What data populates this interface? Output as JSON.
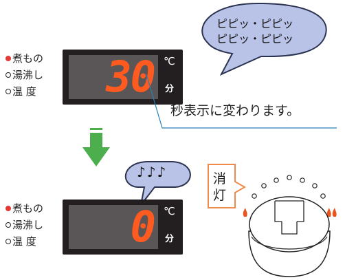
{
  "modes": [
    {
      "label": "煮もの",
      "active": true
    },
    {
      "label": "湯沸し",
      "active": false
    },
    {
      "label": "温 度",
      "active": false
    }
  ],
  "top_display": {
    "value": "30",
    "unit_temp": "℃",
    "unit_min": "分"
  },
  "bottom_display": {
    "value": "0",
    "unit_temp": "℃",
    "unit_min": "分"
  },
  "beep_bubble": {
    "line1": "ピピッ・ピピッ",
    "line2": "ピピッ・ピピッ"
  },
  "seconds_caption": "秒表示に変わります。",
  "notes_bubble": "♪♪♪",
  "light_off_tag": {
    "line1": "消",
    "line2": "灯"
  },
  "colors": {
    "bubble_fill": "#b9c3e8",
    "arrow_green": "#4cae4c",
    "digit_orange": "#ff5a1f",
    "active_dot": "#e53935",
    "tag_border": "#f08a4b"
  }
}
